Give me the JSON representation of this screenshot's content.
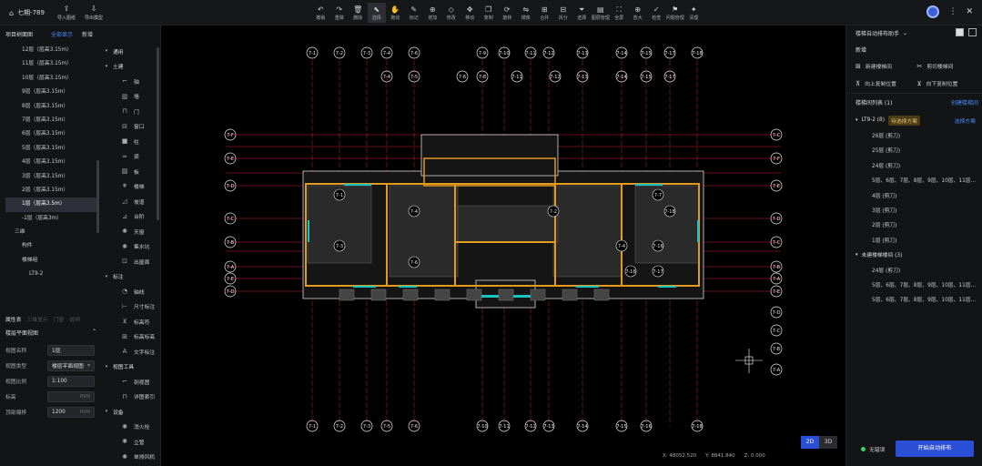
{
  "project": {
    "title": "七期-789"
  },
  "top_actions": [
    {
      "icon": "import-icon",
      "label": "导入图纸",
      "glyph": "⇪"
    },
    {
      "icon": "export-icon",
      "label": "导出模型",
      "glyph": "⇩"
    }
  ],
  "tools": [
    {
      "icon": "undo-icon",
      "label": "撤销",
      "glyph": "↶"
    },
    {
      "icon": "redo-icon",
      "label": "重做",
      "glyph": "↷"
    },
    {
      "icon": "delete-icon",
      "label": "删除",
      "glyph": "🗑"
    },
    {
      "icon": "select-icon",
      "label": "选择",
      "glyph": "⬉",
      "active": true
    },
    {
      "icon": "pan-icon",
      "label": "拖动",
      "glyph": "✋"
    },
    {
      "icon": "mark-icon",
      "label": "标记",
      "glyph": "✎"
    },
    {
      "icon": "add-icon",
      "label": "增加",
      "glyph": "⊕"
    },
    {
      "icon": "shape-icon",
      "label": "修改",
      "glyph": "◇"
    },
    {
      "icon": "move-icon",
      "label": "移动",
      "glyph": "✥"
    },
    {
      "icon": "copy-icon",
      "label": "复制",
      "glyph": "❐"
    },
    {
      "icon": "rotate-icon",
      "label": "旋转",
      "glyph": "⟳"
    },
    {
      "icon": "mirror-icon",
      "label": "镜像",
      "glyph": "⇋"
    },
    {
      "icon": "merge-icon",
      "label": "合并",
      "glyph": "⊞"
    },
    {
      "icon": "split-icon",
      "label": "拆分",
      "glyph": "⊟"
    },
    {
      "icon": "filter-icon",
      "label": "选择",
      "glyph": "⏷"
    },
    {
      "icon": "layer-icon",
      "label": "图层管理",
      "glyph": "▤"
    },
    {
      "icon": "fullscreen-icon",
      "label": "全屏",
      "glyph": "⛶"
    },
    {
      "icon": "zoom-in-icon",
      "label": "放大",
      "glyph": "⊕"
    },
    {
      "icon": "check-icon",
      "label": "检查",
      "glyph": "✓"
    },
    {
      "icon": "issue-icon",
      "label": "问题管理",
      "glyph": "⚑"
    },
    {
      "icon": "clean-icon",
      "label": "清理",
      "glyph": "✦"
    }
  ],
  "left_panel": {
    "tab_a": "项目树面图",
    "tab_b": "全部显示",
    "tab_c": "新增",
    "floors": [
      {
        "label": "12层（层高3.15m）",
        "kind": "floor"
      },
      {
        "label": "11层（层高3.15m）",
        "kind": "floor"
      },
      {
        "label": "10层（层高3.15m）",
        "kind": "floor"
      },
      {
        "label": "9层（层高3.15m）",
        "kind": "floor"
      },
      {
        "label": "8层（层高3.15m）",
        "kind": "floor"
      },
      {
        "label": "7层（层高3.15m）",
        "kind": "floor"
      },
      {
        "label": "6层（层高3.15m）",
        "kind": "floor"
      },
      {
        "label": "5层（层高3.15m）",
        "kind": "floor"
      },
      {
        "label": "4层（层高3.15m）",
        "kind": "floor"
      },
      {
        "label": "3层（层高3.15m）",
        "kind": "floor"
      },
      {
        "label": "2层（层高3.15m）",
        "kind": "floor"
      },
      {
        "label": "1层（层高3.5m）",
        "kind": "floor",
        "selected": true
      },
      {
        "label": "-1层（层高3m）",
        "kind": "floor"
      },
      {
        "label": "三维",
        "kind": "sub"
      },
      {
        "label": "构件",
        "kind": "sub2"
      },
      {
        "label": "楼梯组",
        "kind": "sub2"
      },
      {
        "label": "LT9-2",
        "kind": "sub3"
      }
    ],
    "categories": [
      {
        "label": "通用",
        "kind": "group"
      },
      {
        "label": "土建",
        "kind": "group"
      },
      {
        "label": "轴",
        "kind": "item",
        "glyph": "⌐"
      },
      {
        "label": "墙",
        "kind": "item",
        "glyph": "▥"
      },
      {
        "label": "门",
        "kind": "item",
        "glyph": "⊓"
      },
      {
        "label": "窗口",
        "kind": "item",
        "glyph": "⊟"
      },
      {
        "label": "柱",
        "kind": "item",
        "glyph": "■"
      },
      {
        "label": "梁",
        "kind": "item",
        "glyph": "═"
      },
      {
        "label": "板",
        "kind": "item",
        "glyph": "▨"
      },
      {
        "label": "楼梯",
        "kind": "item",
        "glyph": "⩨"
      },
      {
        "label": "坡道",
        "kind": "item",
        "glyph": "◿"
      },
      {
        "label": "台阶",
        "kind": "item",
        "glyph": "⊿"
      },
      {
        "label": "天窗",
        "kind": "item",
        "glyph": "✺"
      },
      {
        "label": "集水坑",
        "kind": "item",
        "glyph": "✺"
      },
      {
        "label": "出屋面",
        "kind": "item",
        "glyph": "⊡"
      },
      {
        "label": "标注",
        "kind": "group"
      },
      {
        "label": "轴线",
        "kind": "item",
        "glyph": "◔"
      },
      {
        "label": "尺寸标注",
        "kind": "item",
        "glyph": "⊢"
      },
      {
        "label": "标高符",
        "kind": "item",
        "glyph": "⊻"
      },
      {
        "label": "标高标高",
        "kind": "item",
        "glyph": "⊞"
      },
      {
        "label": "文字标注",
        "kind": "item",
        "glyph": "A"
      },
      {
        "label": "视图工具",
        "kind": "group"
      },
      {
        "label": "剖视图",
        "kind": "item",
        "glyph": "⌐"
      },
      {
        "label": "详图索引",
        "kind": "item",
        "glyph": "⊓"
      },
      {
        "label": "设备",
        "kind": "group"
      },
      {
        "label": "消火栓",
        "kind": "item",
        "glyph": "✺"
      },
      {
        "label": "立管",
        "kind": "item",
        "glyph": "✺"
      },
      {
        "label": "单排风机",
        "kind": "item",
        "glyph": "✺"
      }
    ],
    "props": {
      "tab_a": "属性表",
      "tab_b": "三维显示",
      "tab_c": "门窗",
      "tab_d": "说明",
      "title": "楼层平面视图",
      "rows": [
        {
          "label": "视图名称",
          "value": "1层",
          "dim": false,
          "unit": ""
        },
        {
          "label": "视图类型",
          "value": "楼层平面视图",
          "dim": false,
          "unit": "▾"
        },
        {
          "label": "视图比例",
          "value": "1:100",
          "dim": false,
          "unit": ""
        },
        {
          "label": "标高",
          "value": "",
          "dim": true,
          "unit": "mm"
        },
        {
          "label": "顶部偏移",
          "value": "1200",
          "dim": false,
          "unit": "mm"
        }
      ]
    }
  },
  "right_panel": {
    "selector": "楼梯自动排布助手",
    "new_label": "新增",
    "actions": [
      {
        "icon": "new-stair-icon",
        "label": "新建楼梯间",
        "glyph": "⊞"
      },
      {
        "icon": "cut-stair-icon",
        "label": "剪切楼梯间",
        "glyph": "✂"
      },
      {
        "icon": "up-icon",
        "label": "向上复制位置",
        "glyph": "⊼"
      },
      {
        "icon": "down-icon",
        "label": "向下复制位置",
        "glyph": "⊻"
      }
    ],
    "list_title": "楼梯间列表 (1)",
    "list_link": "创建楼梯间",
    "items": [
      {
        "kind": "group",
        "label": "LT9-2 (8)",
        "tag": "待选择方案",
        "link": "选择方案"
      },
      {
        "kind": "floor",
        "label": "26层 (剪刀)"
      },
      {
        "kind": "floor",
        "label": "25层 (剪刀)"
      },
      {
        "kind": "floor",
        "label": "24层 (剪刀)"
      },
      {
        "kind": "floor",
        "label": "5层、6层、7层、8层、9层、10层、11层..."
      },
      {
        "kind": "floor",
        "label": "4层 (剪刀)"
      },
      {
        "kind": "floor",
        "label": "3层 (剪刀)"
      },
      {
        "kind": "floor",
        "label": "2层 (剪刀)"
      },
      {
        "kind": "floor",
        "label": "1层 (剪刀)"
      },
      {
        "kind": "group",
        "label": "未建楼梯楼间 (3)"
      },
      {
        "kind": "floor",
        "label": "24层 (剪刀)"
      },
      {
        "kind": "floor",
        "label": "5层、6层、7层、8层、9层、10层、11层..."
      },
      {
        "kind": "floor",
        "label": "5层、6层、7层、8层、9层、10层、11层..."
      }
    ]
  },
  "axis_top": [
    "7-1",
    "7-2",
    "7-3",
    "7-4",
    "7-6",
    "7-9",
    "7-10",
    "7-11",
    "7-12",
    "7-13",
    "7-14",
    "7-15",
    "7-17",
    "7-18"
  ],
  "axis_top_mid": [
    "7-4",
    "7-5",
    "7-6",
    "7-8",
    "7-11",
    "7-12",
    "7-13",
    "7-14",
    "7-15",
    "7-17"
  ],
  "axis_bottom": [
    "7-1",
    "7-2",
    "7-3",
    "7-5",
    "7-6",
    "7-10",
    "7-11",
    "7-12",
    "7-13",
    "7-14",
    "7-15",
    "7-16",
    "7-18"
  ],
  "axis_right": [
    "7-C",
    "7-F",
    "7-E",
    "7-D",
    "7-C",
    "7-B",
    "7-A",
    "7-E",
    "7-D",
    "7-C",
    "7-B",
    "7-A"
  ],
  "axis_left": [
    "7-F",
    "7-E",
    "7-D",
    "7-C",
    "7-B",
    "7-A",
    "7-E",
    "7-D"
  ],
  "axis_inner": [
    "7-1",
    "7-3",
    "7-4",
    "7-6",
    "7-2",
    "7-4",
    "7-7",
    "7-16",
    "7-18",
    "7-16",
    "7-17"
  ],
  "colors": {
    "grid": "#c8212f",
    "wall": "#e39a1d",
    "window": "#19c4c4",
    "plan": "#d8d8d8",
    "axis": "#e8e8e8"
  },
  "status": {
    "x": "X: 48052.520",
    "y": "Y: 8841.840",
    "z": "Z: 0.000"
  },
  "view": {
    "d2": "2D",
    "d3": "3D"
  },
  "sync": "无错误",
  "auto_button": "开始自动排布"
}
